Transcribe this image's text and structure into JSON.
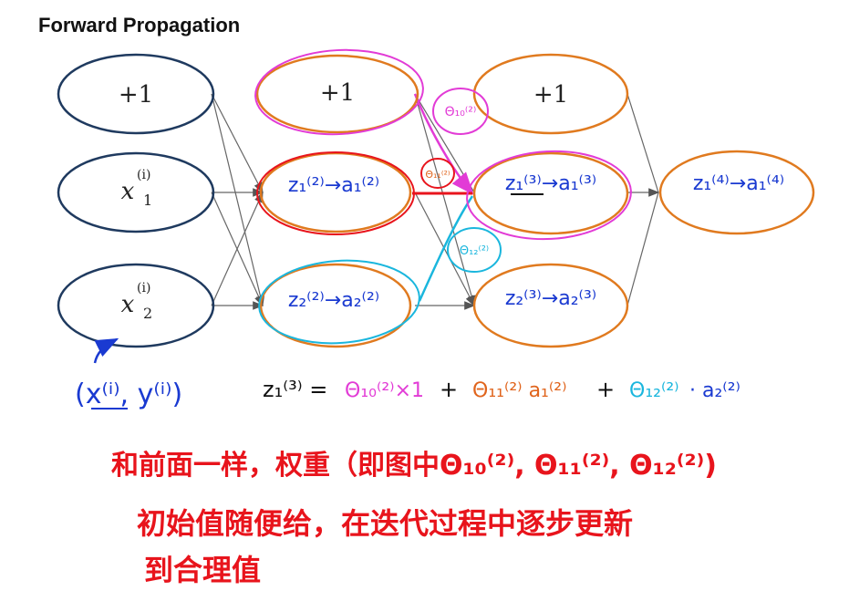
{
  "title": "Forward Propagation",
  "layer1": {
    "bias": "+1",
    "x1": "x",
    "x1_sub": "1",
    "x1_sup": "(i)",
    "x2": "x",
    "x2_sub": "2",
    "x2_sup": "(i)"
  },
  "layer2": {
    "bias": "+1",
    "n1": "z₁⁽²⁾→a₁⁽²⁾",
    "n2": "z₂⁽²⁾→a₂⁽²⁾"
  },
  "layer3": {
    "bias": "+1",
    "n1": "z₁⁽³⁾→a₁⁽³⁾",
    "n2": "z₂⁽³⁾→a₂⁽³⁾"
  },
  "layer4": {
    "n1": "z₁⁽⁴⁾→a₁⁽⁴⁾"
  },
  "weight_labels": {
    "w10": "Θ₁₀⁽²⁾",
    "w11": "Θ₁₁⁽²⁾",
    "w12": "Θ₁₂⁽²⁾"
  },
  "sample_label": "(x⁽ⁱ⁾, y⁽ⁱ⁾)",
  "equation": {
    "lhs": "z₁⁽³⁾ =",
    "t1": "Θ₁₀⁽²⁾×1",
    "plus1": "+",
    "t2": "Θ₁₁⁽²⁾ a₁⁽²⁾",
    "plus2": "+",
    "t3": "Θ₁₂⁽²⁾",
    "t3b": "· a₂⁽²⁾"
  },
  "note": {
    "line1": "和前面一样，权重（即图中Θ₁₀⁽²⁾, Θ₁₁⁽²⁾, Θ₁₂⁽²⁾)",
    "line2": "初始值随便给，在迭代过程中逐步更新",
    "line3": "到合理值"
  },
  "colors": {
    "navy": "#1f3a5f",
    "orange": "#e07a1f",
    "pink": "#e23bd6",
    "cyan": "#1ab6dd",
    "red": "#e8141c",
    "blue": "#1a3ad1"
  }
}
